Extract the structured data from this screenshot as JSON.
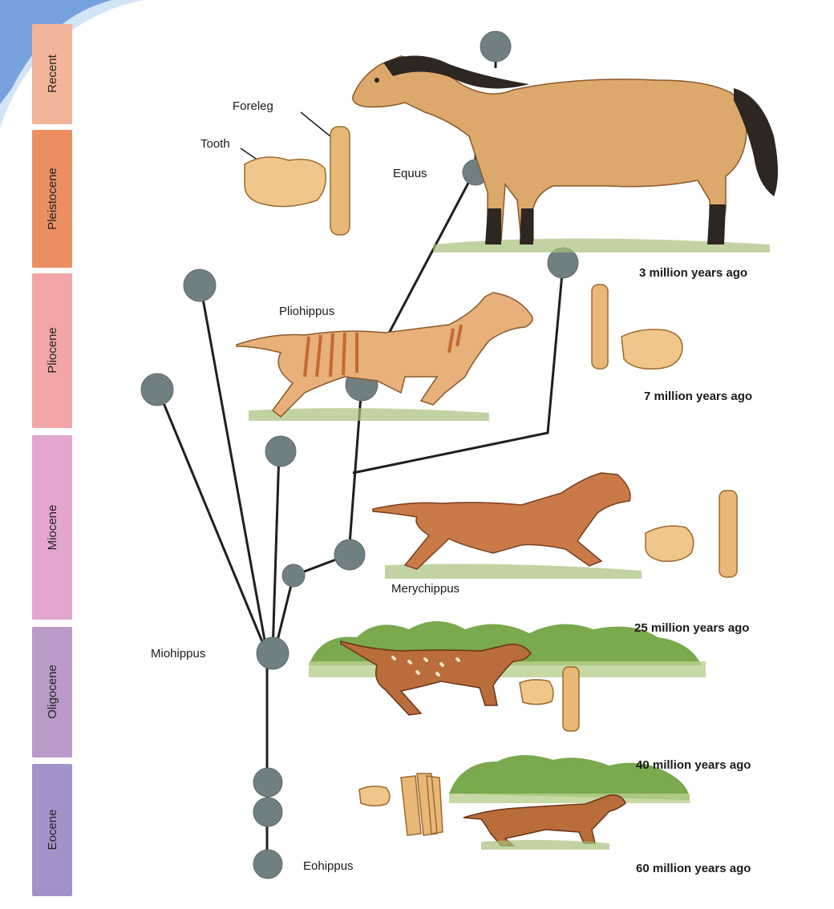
{
  "epochs": [
    {
      "name": "Recent",
      "color": "#f2b49a"
    },
    {
      "name": "Pleistocene",
      "color": "#ec8f63"
    },
    {
      "name": "Pliocene",
      "color": "#f2a6a8"
    },
    {
      "name": "Miocene",
      "color": "#e2a6cf"
    },
    {
      "name": "Oligocene",
      "color": "#b99ac8"
    },
    {
      "name": "Eocene",
      "color": "#a392c9"
    }
  ],
  "part_labels": {
    "foreleg": "Foreleg",
    "tooth": "Tooth"
  },
  "genera": {
    "equus": "Equus",
    "pliohippus": "Pliohippus",
    "merychippus": "Merychippus",
    "miohippus": "Miohippus",
    "eohippus": "Eohippus"
  },
  "times": {
    "t3": "3 million years ago",
    "t7": "7 million years ago",
    "t25": "25 million years ago",
    "t40": "40 million years ago",
    "t60": "60 million years ago"
  },
  "colors": {
    "node": "#6f7f82",
    "branch": "#1f1f1f",
    "horse_body": "#d8a060",
    "grass": "#7fae4c",
    "bone": "#e8b878"
  }
}
